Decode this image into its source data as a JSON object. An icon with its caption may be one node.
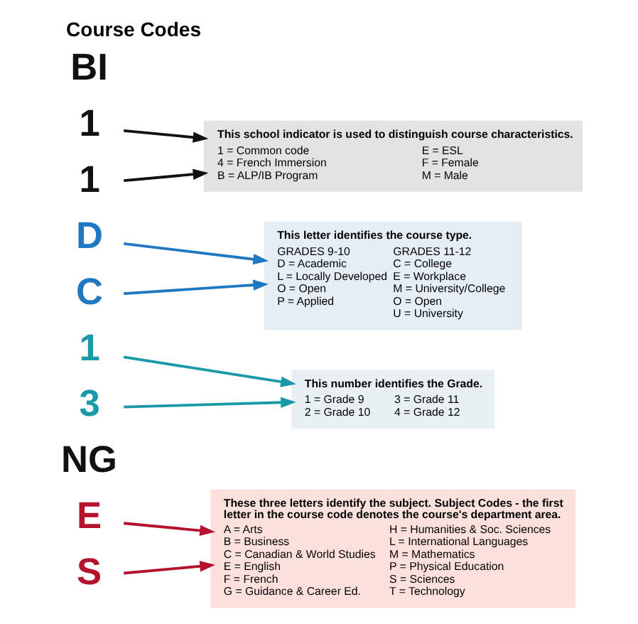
{
  "diagram": {
    "title": "Course Codes",
    "nodes": [
      {
        "text": [
          "E"
        ]
      },
      {
        "text": [
          "NG"
        ]
      },
      {
        "text": [
          "1"
        ]
      },
      {
        "text": [
          "D"
        ]
      },
      {
        "text": [
          "1"
        ]
      },
      {
        "text": [
          "These three letters identify the subject. Subject Codes - the first letter in the course code denotes the course's department area.",
          "A = Arts",
          "B = Business",
          "C = Canadian & World Studies",
          "E = English",
          "F = French",
          "G = Guidance & Career Ed.",
          "H = Humanities & Soc. Sciences",
          "L = International Languages",
          "M = Mathematics",
          "P = Physical Education",
          "S = Sciences",
          "T = Technology"
        ]
      },
      {
        "text": [
          "This school indicator is used to distinguish course characteristics.",
          "1 = Common code",
          "4 = French Immersion",
          "B = ALP/IB Program",
          "E = ESL",
          "F = Female",
          "M = Male"
        ]
      },
      {
        "text": [
          "This letter identifies the course type.",
          "GRADES 9-10",
          "D = Academic",
          "L = Locally Developed",
          "O = Open",
          "P = Applied",
          "GRADES 11-12",
          "C = College",
          "E = Workplace",
          "M = University/College",
          "O = Open",
          "U = University"
        ]
      },
      {
        "text": [
          "This number identifies the Grade.",
          "1 = Grade 9",
          "2 = Grade 10",
          "3 = Grade 11",
          "4 = Grade 12"
        ]
      },
      {
        "text": [
          "S"
        ]
      },
      {
        "text": [
          "BI"
        ]
      },
      {
        "text": [
          "3"
        ]
      },
      {
        "text": [
          "C"
        ]
      },
      {
        "text": [
          "1"
        ]
      }
    ],
    "edges": [
      {
        "from": 0,
        "to": 5,
        "arrow": "to",
        "color": "#b5122e"
      },
      {
        "from": 4,
        "to": 6,
        "arrow": "to",
        "color": "#111111"
      },
      {
        "from": 3,
        "to": 7,
        "arrow": "to",
        "color": "#1f78c1"
      },
      {
        "from": 2,
        "to": 8,
        "arrow": "to",
        "color": "#1a9aa8"
      },
      {
        "from": 9,
        "to": 5,
        "arrow": "to",
        "color": "#b5122e"
      },
      {
        "from": 13,
        "to": 6,
        "arrow": "to",
        "color": "#111111"
      },
      {
        "from": 12,
        "to": 7,
        "arrow": "to",
        "color": "#1f78c1"
      },
      {
        "from": 11,
        "to": 8,
        "arrow": "to",
        "color": "#1a9aa8"
      }
    ]
  }
}
